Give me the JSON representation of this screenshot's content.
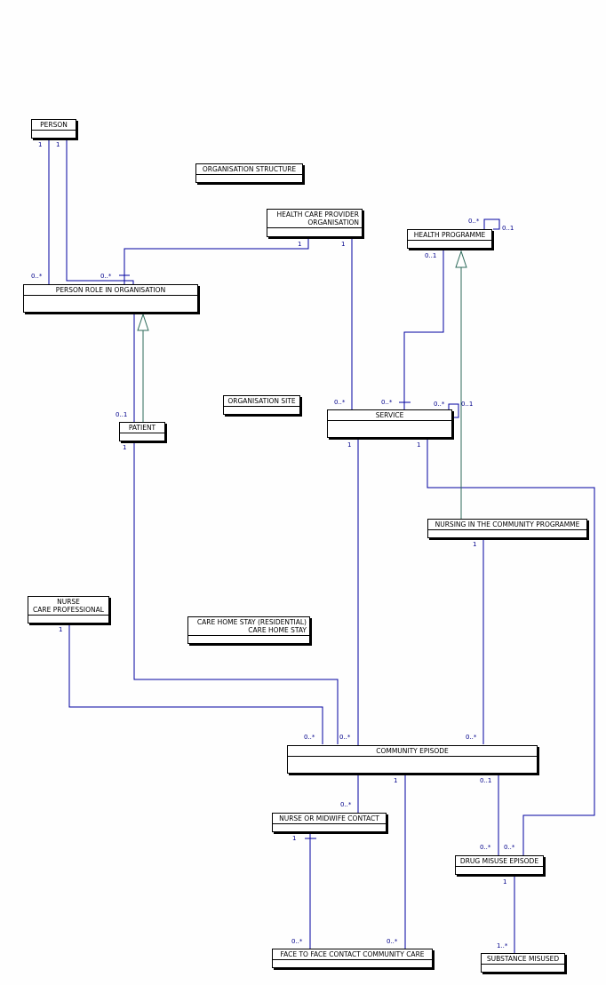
{
  "colors": {
    "line": "#0000a0",
    "generalization": "#2e6b5b",
    "mult": "#00008b"
  },
  "classes": {
    "person": "PERSON",
    "org_structure": "ORGANISATION STRUCTURE",
    "hcp_org": "HEALTH CARE PROVIDER\nORGANISATION",
    "health_programme": "HEALTH PROGRAMME",
    "person_role": "PERSON ROLE IN ORGANISATION",
    "patient": "PATIENT",
    "org_site": "ORGANISATION SITE",
    "service": "SERVICE",
    "nursing_programme": "NURSING IN THE COMMUNITY PROGRAMME",
    "nurse": "NURSE\nCARE PROFESSIONAL",
    "care_home_stay": "CARE HOME STAY (RESIDENTIAL)\nCARE HOME STAY",
    "community_episode": "COMMUNITY EPISODE",
    "nurse_contact": "NURSE OR MIDWIFE CONTACT",
    "drug_misuse": "DRUG MISUSE EPISODE",
    "face_to_face": "FACE TO FACE CONTACT COMMUNITY CARE",
    "substance": "SUBSTANCE MISUSED"
  },
  "multiplicities": {
    "person_1a": "1",
    "person_1b": "1",
    "role_many_a": "0..*",
    "role_many_b": "0..*",
    "hcp_1a": "1",
    "hcp_1b": "1",
    "hp_self_many": "0..*",
    "hp_self_one": "0..1",
    "hp_01": "0..1",
    "patient_01": "0..1",
    "patient_1": "1",
    "service_many_a": "0..*",
    "service_many_b": "0..*",
    "service_many_c": "0..*",
    "service_01": "0..1",
    "service_1a": "1",
    "service_1b": "1",
    "ncp_1": "1",
    "nurse_1": "1",
    "ce_many_a": "0..*",
    "ce_many_b": "0..*",
    "ce_many_c": "0..*",
    "ce_1": "1",
    "ce_01": "0..1",
    "nmc_many": "0..*",
    "nmc_1": "1",
    "dme_many_a": "0..*",
    "dme_many_b": "0..*",
    "dme_1": "1",
    "ftf_many_a": "0..*",
    "ftf_many_b": "0..*",
    "sub_many": "1..*"
  }
}
